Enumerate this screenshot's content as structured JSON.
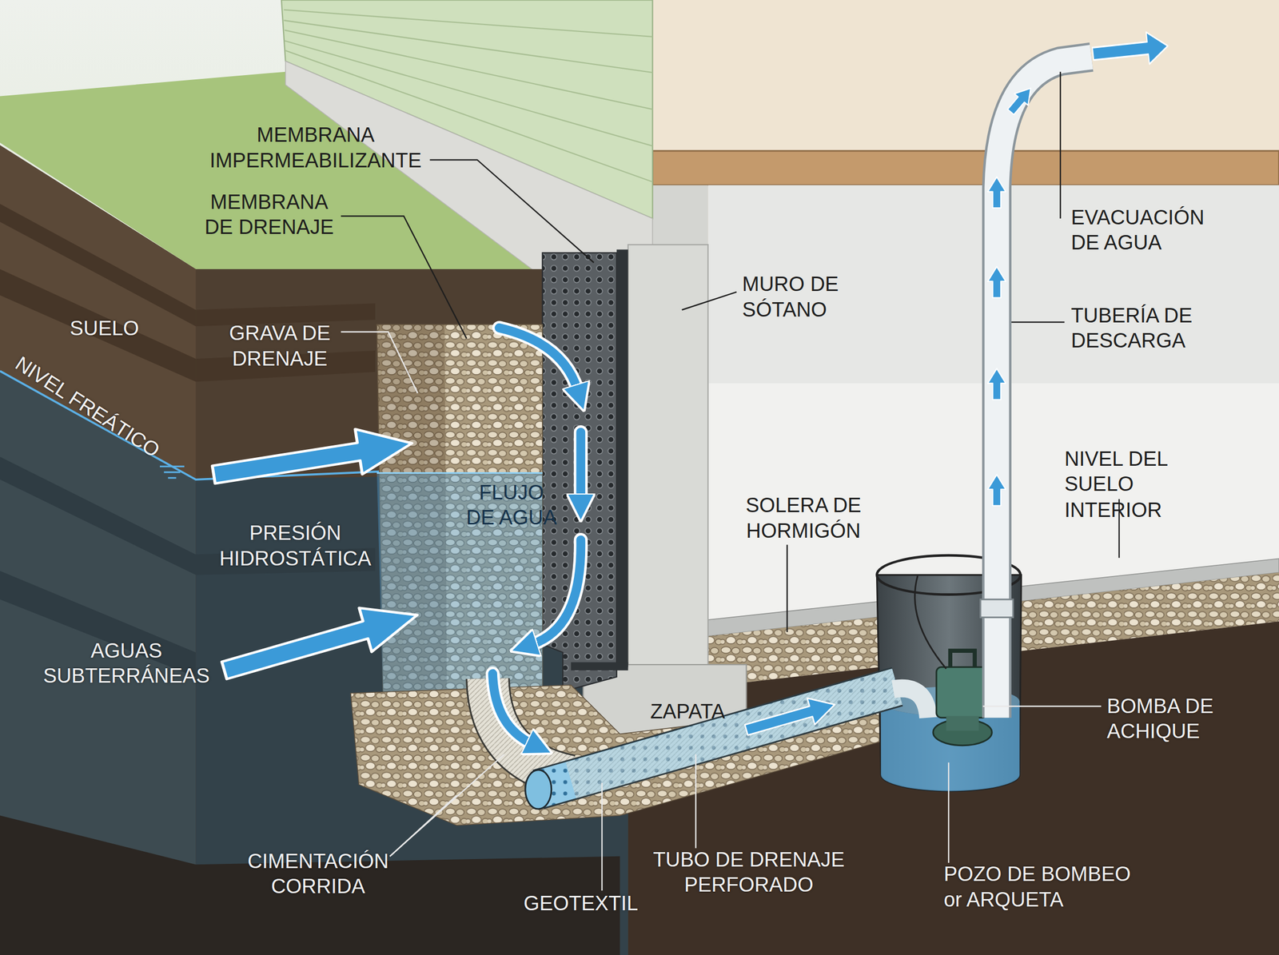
{
  "diagram": {
    "labels": [
      "MEMBRANA IMPERMEABILIZANTE",
      "MEMBRANA DE DRENAJE",
      "SUELO",
      "GRAVA DE DRENAJE",
      "NIVEL FREÁTICO",
      "FLUJO DE AGUA",
      "PRESIÓN HIDROSTÁTICA",
      "AGUAS SUBTERRÁNEAS",
      "MURO DE SÓTANO",
      "ZAPATA",
      "SOLERA DE HORMIGÓN",
      "EVACUACIÓN DE AGUA",
      "TUBERÍA DE DESCARGA",
      "NIVEL DEL SUELO INTERIOR",
      "BOMBA DE ACHIQUE",
      "CIMENTACIÓN CORRIDA",
      "GEOTEXTIL",
      "TUBO DE DRENAJE PERFORADO",
      "POZO DE BOMBEO or ARQUETA"
    ]
  }
}
